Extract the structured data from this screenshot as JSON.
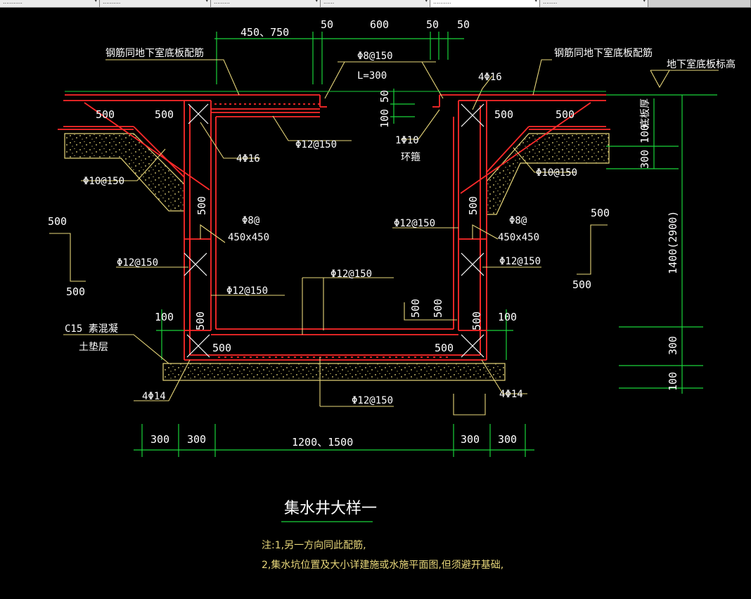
{
  "tabs": [
    {
      "label": "...........",
      "active": false
    },
    {
      "label": "..........",
      "active": false
    },
    {
      "label": ".........",
      "active": false
    },
    {
      "label": "......",
      "active": false
    },
    {
      "label": "..........",
      "active": true
    },
    {
      "label": "........",
      "active": false
    }
  ],
  "colors": {
    "rebar": "#ff2a2a",
    "dimension": "#19d23a",
    "leader": "#e8d77a",
    "concrete": "#e8d77a",
    "background": "#000000",
    "text": "#ffffff"
  },
  "dims": {
    "top_450_750": "450、750",
    "top_50a": "50",
    "top_600": "600",
    "top_50b": "50",
    "top_50c": "50",
    "bottom_300a": "300",
    "bottom_300b": "300",
    "bottom_1200": "1200、1500",
    "bottom_300c": "300",
    "bottom_300d": "300",
    "right_1400": "1400(2900)",
    "right_300": "300",
    "right_100": "100",
    "right_100b": "100",
    "right_300b": "300",
    "slab_thk": "底板厚",
    "slot_50": "50",
    "slot_100": "100",
    "left_100": "100",
    "right_100c": "100"
  },
  "labels": {
    "rebar_left": "钢筋同地下室底板配筋",
    "rebar_right": "钢筋同地下室底板配筋",
    "base_elev": "地下室底板标高",
    "phi8_150": "Φ8@150",
    "l300": "L=300",
    "top_4phi16": "4Φ16",
    "left_4phi16": "4Φ16",
    "phi12_150_a": "Φ12@150",
    "phi10_ring": "1Φ10",
    "ring_stirrup": "环箍",
    "phi10_150_l": "Φ10@150",
    "phi10_150_r": "Φ10@150",
    "d500_tl1": "500",
    "d500_tl2": "500",
    "d500_tr1": "500",
    "d500_tr2": "500",
    "d500_lwall": "500",
    "d500_rwall": "500",
    "phi8_l": "Φ8@",
    "phi8_l_sz": "450x450",
    "phi8_r": "Φ8@",
    "phi8_r_sz": "450x450",
    "phi12_150_mid": "Φ12@150",
    "phi12_150_l": "Φ12@150",
    "phi12_150_r": "Φ12@150",
    "phi12_150_center": "Φ12@150",
    "phi12_150_inner": "Φ12@150",
    "d500_inner1": "500",
    "d500_inner2": "500",
    "d500_lwall_b": "500",
    "d500_rwall_b": "500",
    "d500_bl": "500",
    "d500_br": "500",
    "c15": "C15  素混凝",
    "c15_2": "土垫层",
    "bot_4phi14_l": "4Φ14",
    "bot_4phi14_r": "4Φ14",
    "bot_phi12_150": "Φ12@150",
    "sec_500_l_top": "500",
    "sec_500_l_bot": "500",
    "sec_500_r_top": "500",
    "sec_500_r_bot": "500"
  },
  "title": "集水井大样一",
  "notes": {
    "line1": "注:1,另一方向同此配筋,",
    "line2": "2,集水坑位置及大小详建施或水施平面图,但须避开基础,"
  }
}
